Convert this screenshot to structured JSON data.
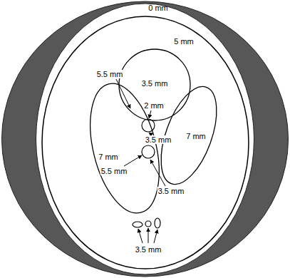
{
  "diagram": {
    "nodes": [
      {
        "text": [
          "0 mm"
        ]
      },
      {
        "text": [
          "5 mm"
        ],
        "in": 0
      },
      {
        "text": [
          "3.5 mm"
        ],
        "in": 1
      },
      {
        "text": [
          "7 mm"
        ],
        "in": 1
      },
      {
        "text": [
          "7 mm"
        ],
        "in": 1
      }
    ],
    "labels": [
      "5.5 mm",
      "2 mm",
      "3.5 mm",
      "5.5 mm",
      "3.5 mm",
      "3.5 mm"
    ]
  }
}
